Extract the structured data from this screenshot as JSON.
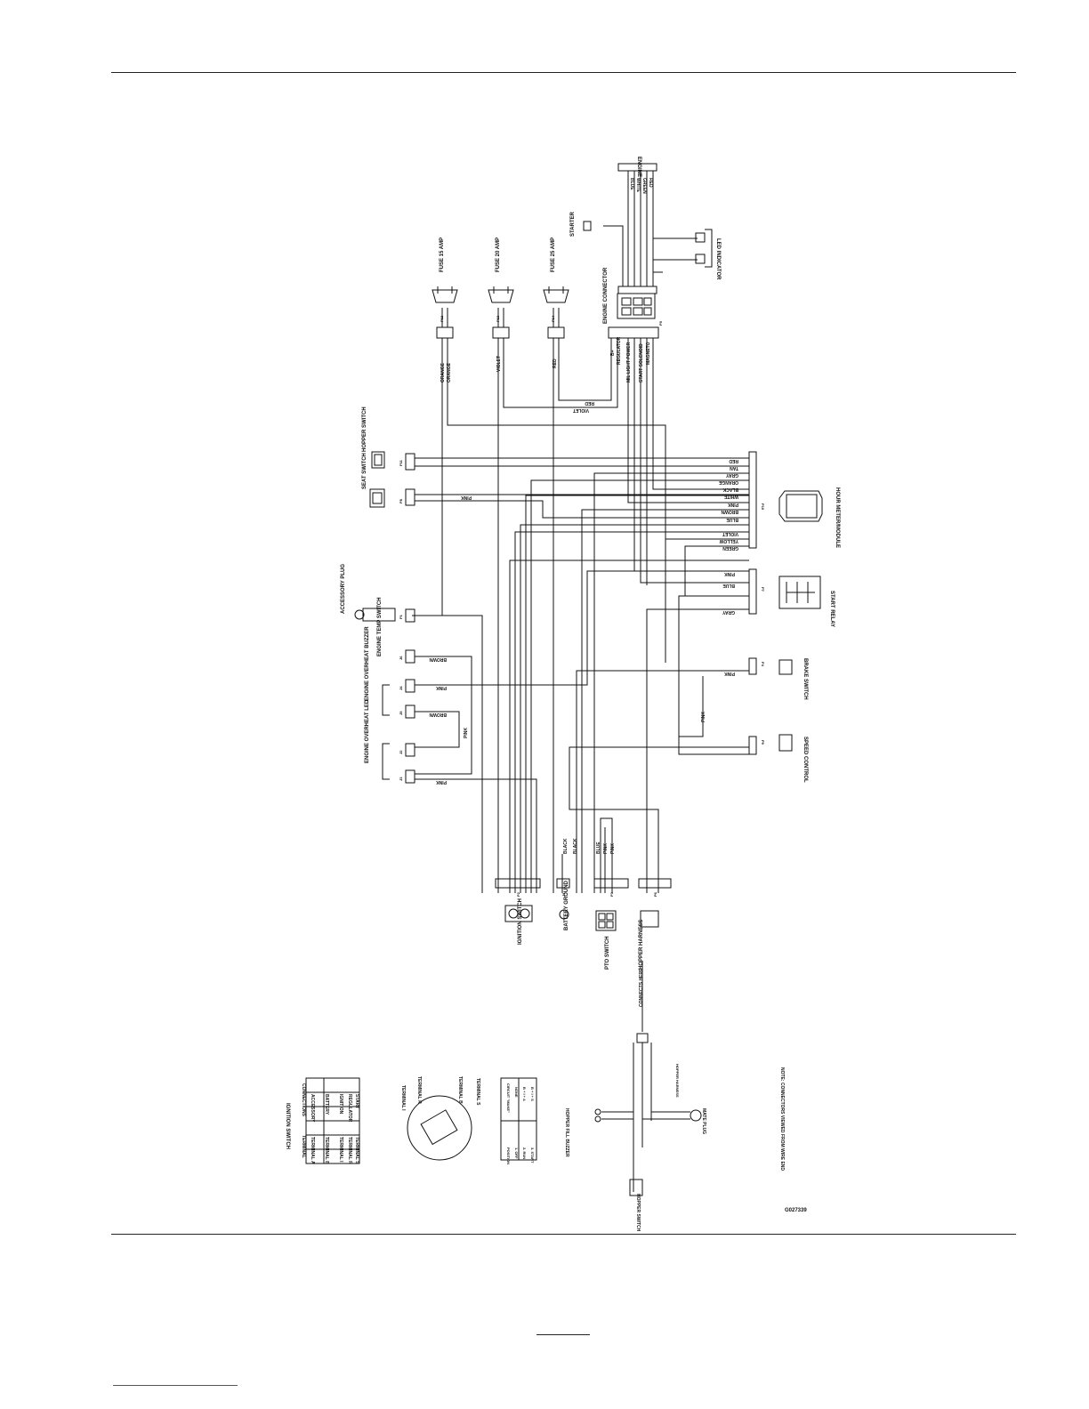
{
  "drawing_number": "G027339",
  "note": "NOTE: CONNECTORS VIEWED FROM WIRE END",
  "colors": {
    "line": "#111111",
    "page": "#ffffff"
  },
  "components": {
    "engine": "ENGINE",
    "starter": "STARTER",
    "led_indicator": "LED INDICATOR",
    "engine_connector": "ENGINE CONNECTOR",
    "fuse_15": "FUSE 15 AMP",
    "fuse_20": "FUSE 20 AMP",
    "fuse_25": "FUSE 25 AMP",
    "hopper_switch": "HOPPER SWITCH",
    "seat_switch": "SEAT SWITCH",
    "hour_meter": "HOUR METER/MODULE",
    "start_relay": "START RELAY",
    "accessory_plug": "ACCESSORY PLUG",
    "engine_temp_switch": "ENGINE TEMP SWITCH",
    "overheat_buzzer": "ENGINE OVERHEAT BUZZER",
    "overheat_led": "ENGINE OVERHEAT LED",
    "brake_switch": "BRAKE SWITCH",
    "speed_control": "SPEED CONTROL",
    "ignition_switch": "IGNITION SWITCH",
    "battery_ground": "BATTERY GROUND",
    "pto_switch": "PTO SWITCH",
    "hopper_harness": "HOPPER HARNESS",
    "connects_here": "CONNECTS HERE",
    "hopper_fill_buzzer": "HOPPER FILL BUZZER",
    "hopper_switch_bottom": "HOPPER SWITCH",
    "hopper_harness_small": "HOPPER HARNESS",
    "mate_plug": "MATE PLUG"
  },
  "connector_ids": {
    "p12": "P12",
    "p13": "P13",
    "p14": "P14",
    "p5": "P5",
    "p11": "P11",
    "p8": "P8",
    "p10": "P10",
    "p7": "P7",
    "p1": "P1",
    "j6": "J6",
    "j4": "J4",
    "j5": "J5",
    "j2": "J2",
    "j3": "J3",
    "p4": "P4",
    "p9": "P9",
    "p2": "P2",
    "j1": "J1",
    "p3": "P3",
    "p6": "P6"
  },
  "engine_connector_pins": {
    "b_plus": "B+",
    "regulator": "REGULATOR",
    "mil_light": "MIL LIGHT POWER",
    "start_solenoid": "START SOLENOID",
    "magneto": "MAGNETO"
  },
  "engine_wires": [
    "BLUE",
    "WHITE",
    "GREEN",
    "RED"
  ],
  "wire_labels": {
    "red": "RED",
    "black": "BLACK",
    "orange": "ORANGE",
    "violet": "VIOLET",
    "pink": "PINK",
    "brown": "BROWN",
    "blue": "BLUE",
    "gray": "GRAY",
    "tan": "TAN",
    "white": "WHITE",
    "yellow": "YELLOW",
    "green": "GREEN"
  },
  "hour_meter_wires": [
    "RED",
    "TAN",
    "GRAY",
    "ORANGE",
    "BLACK",
    "WHITE",
    "PINK",
    "BROWN",
    "BLUE",
    "VIOLET",
    "YELLOW",
    "GREEN"
  ],
  "relay_wires": [
    "PINK",
    "BLUE",
    "GRAY"
  ],
  "ignition_table": {
    "title": "IGNITION SWITCH",
    "headers": [
      "TERMINAL",
      "CONNECTIONS"
    ],
    "rows": [
      [
        "TERMINAL A",
        "ACCESSORY"
      ],
      [
        "TERMINAL B",
        "BATTERY"
      ],
      [
        "TERMINAL I",
        "IGNITION"
      ],
      [
        "TERMINAL R",
        "REGULATOR"
      ],
      [
        "TERMINAL S",
        "START"
      ]
    ]
  },
  "terminal_labels": [
    "TERMINAL I",
    "TERMINAL R",
    "TERMINAL B",
    "TERMINAL S"
  ],
  "position_table": {
    "headers": [
      "POSITION",
      "CIRCUIT \"MAKE\""
    ],
    "rows": [
      [
        "1. OFF",
        "NONE"
      ],
      [
        "2. RUN",
        "B + I + A"
      ],
      [
        "3. START",
        "B + I + S"
      ]
    ]
  }
}
